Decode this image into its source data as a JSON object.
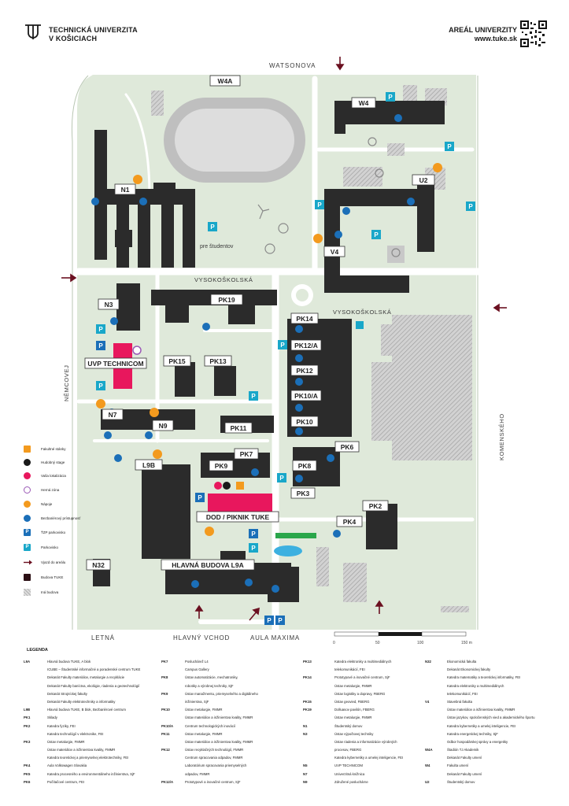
{
  "header": {
    "university_line1": "TECHNICKÁ UNIVERZITA",
    "university_line2": "V KOŠICIACH",
    "areal_line1": "AREÁL UNIVERZITY",
    "areal_line2": "www.tuke.sk"
  },
  "streets": {
    "north": "WATSONOVA",
    "west": "NĚMCOVEJ",
    "east": "KOMENSKÉHO",
    "vysoko1": "VYSOKOŠKOLSKÁ",
    "vysoko2": "VYSOKOŠKOLSKÁ",
    "bottom_letna": "LETNÁ",
    "bottom_hlavny": "HLAVNÝ VCHOD",
    "bottom_aula": "AULA MAXIMA"
  },
  "buildings": {
    "W4A": "W4A",
    "W4": "W4",
    "U2": "U2",
    "N1": "N1",
    "V4": "V4",
    "N3": "N3",
    "PK19": "PK19",
    "UVP": "UVP TECHNICOM",
    "PK15": "PK15",
    "PK13": "PK13",
    "PK14": "PK14",
    "PK12A": "PK12/A",
    "PK12": "PK12",
    "PK10A": "PK10/A",
    "PK10": "PK10",
    "N7": "N7",
    "N9": "N9",
    "PK11": "PK11",
    "PK6": "PK6",
    "PK7": "PK7",
    "PK9": "PK9",
    "PK8": "PK8",
    "PK3": "PK3",
    "L9B": "L9B",
    "PK2": "PK2",
    "PK4": "PK4",
    "DOD": "DOD / PIKNIK TUKE",
    "N32": "N32",
    "HLAVNA": "HLAVNÁ BUDOVA L9A"
  },
  "pre_studentov": "pre študentov",
  "scale": {
    "t0": "0",
    "t1": "50",
    "t2": "100",
    "t3": "150 m"
  },
  "map_legend": [
    {
      "icon": "food-stand-icon",
      "label": "Fakultné stánky",
      "color": "#f39a1e"
    },
    {
      "icon": "music-stage-icon",
      "label": "Hudobný stage",
      "color": "#1a1a1a"
    },
    {
      "icon": "location-pin-icon",
      "label": "Vaša lokalizácia",
      "color": "#e8175d"
    },
    {
      "icon": "game-zone-icon",
      "label": "Herná zóna",
      "color": "#9b59b6"
    },
    {
      "icon": "drinks-icon",
      "label": "Nápoje",
      "color": "#f39a1e"
    },
    {
      "icon": "wheelchair-icon",
      "label": "Bezbariérový prístupnosť",
      "color": "#1b6fb8"
    },
    {
      "icon": "parking-ztp-icon",
      "label": "ŤZP parkovisko",
      "color": "#1b6fb8"
    },
    {
      "icon": "parking-icon",
      "label": "Parkovisko",
      "color": "#19a7c9"
    },
    {
      "icon": "arrow-icon",
      "label": "Vjazd do areálu",
      "color": "#6b1020"
    },
    {
      "icon": "tuke-building-icon",
      "label": "Budova TUKE",
      "color": "#2b0f14"
    },
    {
      "icon": "other-building-icon",
      "label": "Iná budova",
      "color": "#bdbdbd"
    }
  ],
  "legend_title": "LEGENDA",
  "legend_columns": [
    [
      {
        "code": "L9A",
        "desc": "Hlavná budova TUKE, A blok"
      },
      {
        "code": "",
        "desc": "ICUBE – Študentské informačné a poradenské centrum TUKE"
      },
      {
        "code": "",
        "desc": "Dekanát Fakulty materiálov, metalurgie a recyklácie"
      },
      {
        "code": "",
        "desc": "Dekanát Fakulty baníctva, ekológie, riadenia a geotechnológií"
      },
      {
        "code": "",
        "desc": "Dekanát Strojníckej fakulty"
      },
      {
        "code": "",
        "desc": "Dekanát Fakulty elektrotechniky a informatiky"
      },
      {
        "code": "L9B",
        "desc": "Hlavná budova TUKE, B blok, Bezbariérové centrum"
      },
      {
        "code": "PK1",
        "desc": "Sklady"
      },
      {
        "code": "PK2",
        "desc": "Katedra fyziky, FEI"
      },
      {
        "code": "",
        "desc": "Katedra technológií v elektronike, FEI"
      },
      {
        "code": "PK3",
        "desc": "Ústav metalurgie, FMMR"
      },
      {
        "code": "",
        "desc": "Ústav materiálov a inžinierstva kvality, FMMR"
      },
      {
        "code": "",
        "desc": "Katedra teoretickej a priemyselnej elektrotechniky, FEI"
      },
      {
        "code": "PK4",
        "desc": "Aula Volkswagen Slovakia"
      },
      {
        "code": "PK5",
        "desc": "Katedra procesného a environmentálneho inžinierstva, SjF"
      },
      {
        "code": "PK6",
        "desc": "Počítačové centrum, FEI"
      }
    ],
    [
      {
        "code": "PK7",
        "desc": "Posluchárež L4"
      },
      {
        "code": "",
        "desc": "Campus Gallery"
      },
      {
        "code": "PK8",
        "desc": "Ústav automatizácie, mechatroniky,"
      },
      {
        "code": "",
        "desc": "robotiky a výrobnej techniky, SjF"
      },
      {
        "code": "PK9",
        "desc": "Ústav manažmentu, priemyselného a digitálneho"
      },
      {
        "code": "",
        "desc": "inžinierstva, SjF"
      },
      {
        "code": "PK10",
        "desc": "Ústav metalurgie, FMMR"
      },
      {
        "code": "",
        "desc": "Ústav materiálov a inžinierstva kvality, FMMR"
      },
      {
        "code": "PK10/A",
        "desc": "Centrum technologických inovácií"
      },
      {
        "code": "PK11",
        "desc": "Ústav metalurgie, FMMR"
      },
      {
        "code": "",
        "desc": "Ústav materiálov a inžinierstva kvality, FMMR"
      },
      {
        "code": "PK12",
        "desc": "Ústav recyklačných technológií, FMMR"
      },
      {
        "code": "",
        "desc": "Centrum spracovania odpadov, FMMR"
      },
      {
        "code": "",
        "desc": "Laboratórium spracovania priemyselných"
      },
      {
        "code": "",
        "desc": "odpadov, FMMR"
      },
      {
        "code": "PK12/A",
        "desc": "Prototypové a inovačné centrum, SjF"
      }
    ],
    [
      {
        "code": "PK13",
        "desc": "Katedra elektroniky a multimediálnych"
      },
      {
        "code": "",
        "desc": "telekomunikácií, FEI"
      },
      {
        "code": "PK14",
        "desc": "Prototypové a inovačné centrum, SjF"
      },
      {
        "code": "",
        "desc": "Ústav metalurgie, FMMR"
      },
      {
        "code": "",
        "desc": "Ústav logistiky a dopravy, FBERG"
      },
      {
        "code": "PK15",
        "desc": "Ústav geovied, FBERG"
      },
      {
        "code": "PK19",
        "desc": "Dolluasov pavilón, FBERG"
      },
      {
        "code": "",
        "desc": "Ústav metalurgie, FMMR"
      },
      {
        "code": "N1",
        "desc": "Študentský domov"
      },
      {
        "code": "N3",
        "desc": "Ústav výpočtovej techniky"
      },
      {
        "code": "",
        "desc": "Ústav riadenia a informatizácie výrobných"
      },
      {
        "code": "",
        "desc": "procesov, FBERG"
      },
      {
        "code": "",
        "desc": "Katedra kybernetiky a umelej inteligencie, FEI"
      },
      {
        "code": "N5",
        "desc": "UVP TECHNICOM"
      },
      {
        "code": "N7",
        "desc": "Univerzitná knižnica"
      },
      {
        "code": "N9",
        "desc": "Združené posluchárne"
      }
    ],
    [
      {
        "code": "N32",
        "desc": "Ekonomická fakulta"
      },
      {
        "code": "",
        "desc": "Dekanát Ekonomickej fakulty"
      },
      {
        "code": "",
        "desc": "Katedra matematiky a teoretickej informatiky, FEI"
      },
      {
        "code": "",
        "desc": "Katedra elektroniky a multimediálnych"
      },
      {
        "code": "",
        "desc": "telekomunikácií, FEI"
      },
      {
        "code": "V4",
        "desc": "Stavebná fakulta"
      },
      {
        "code": "",
        "desc": "Ústav materiálov a inžinierstva kvality, FMMR"
      },
      {
        "code": "",
        "desc": "Ústav jazykov, spoločenských vied a akademického športu"
      },
      {
        "code": "",
        "desc": "Katedra kybernetiky a umelej inteligencie, FEI"
      },
      {
        "code": "",
        "desc": "Katedra energetickej techniky, SjF"
      },
      {
        "code": "",
        "desc": "Odbor hospodárskej správy a energetiky"
      },
      {
        "code": "W4A",
        "desc": "Štadión TJ Akademik"
      },
      {
        "code": "",
        "desc": "Dekanát Fakulty umení"
      },
      {
        "code": "W4",
        "desc": "Fakulta umení"
      },
      {
        "code": "",
        "desc": "Dekanát Fakulty umení"
      },
      {
        "code": "U2",
        "desc": "Študentský domov"
      }
    ]
  ],
  "colors": {
    "green": "#dfe9da",
    "road": "#ffffff",
    "building": "#2b2b2b",
    "pink": "#e8175d",
    "arrow": "#6b1020",
    "parking": "#19a7c9",
    "wheel": "#1b6fb8",
    "orange": "#f39a1e"
  }
}
